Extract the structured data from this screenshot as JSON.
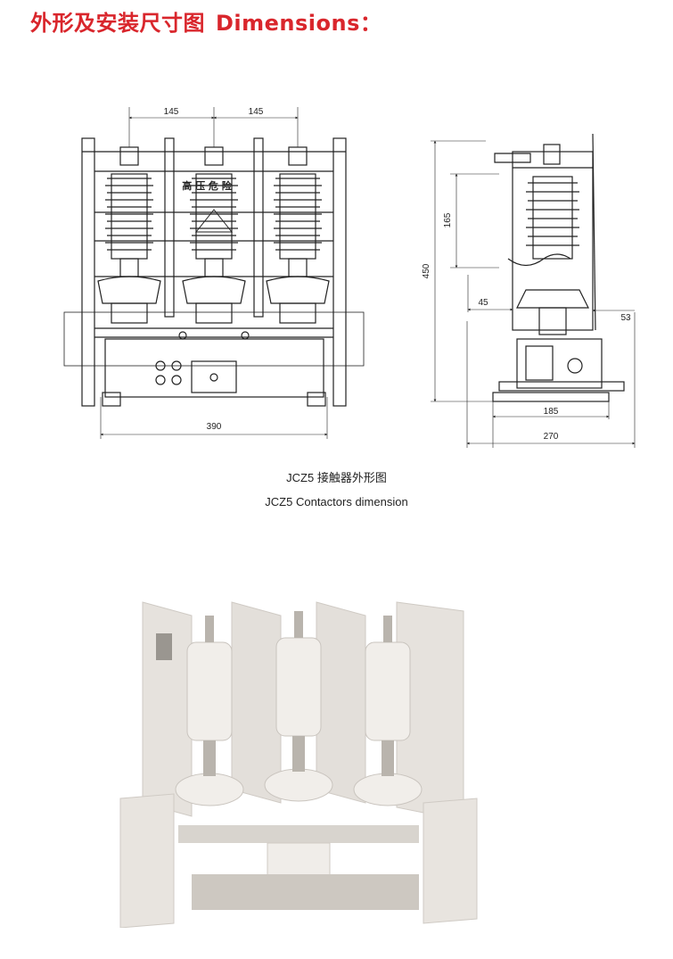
{
  "header": {
    "title_cn": "外形及安装尺寸图",
    "title_en": "Dimensions："
  },
  "front_view": {
    "dim_pitch_left": "145",
    "dim_pitch_right": "145",
    "dim_width": "390",
    "warning_text": "高 压 危 险"
  },
  "side_view": {
    "dim_height_total": "450",
    "dim_height_upper": "165",
    "dim_offset_left": "45",
    "dim_offset_right": "53",
    "dim_base_inner": "185",
    "dim_base_outer": "270"
  },
  "captions": {
    "cn": "JCZ5 接触器外形图",
    "en": "JCZ5 Contactors dimension"
  },
  "colors": {
    "title": "#d9262c",
    "line": "#222222",
    "photo_body": "#e8e4df"
  }
}
